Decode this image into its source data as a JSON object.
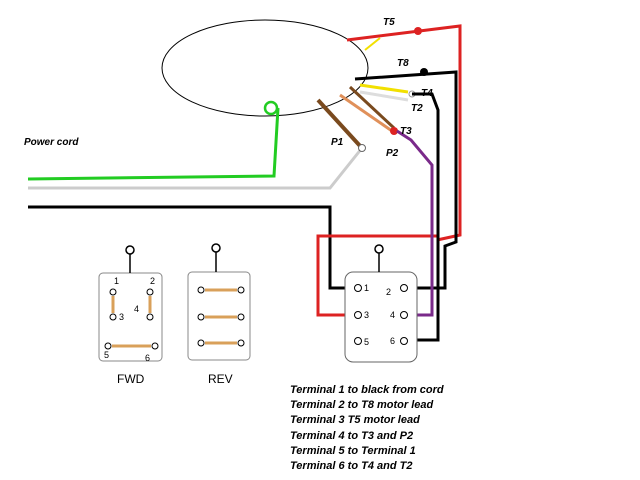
{
  "labels": {
    "power_cord": "Power cord",
    "t5": "T5",
    "t8": "T8",
    "t4": "T4",
    "t2": "T2",
    "t3": "T3",
    "p1": "P1",
    "p2": "P2",
    "fwd": "FWD",
    "rev": "REV"
  },
  "switch_terminals": {
    "t1": "1",
    "t2": "2",
    "t3": "3",
    "t4": "4",
    "t5": "5",
    "t6": "6"
  },
  "notes": [
    "Terminal 1 to black from cord",
    "Terminal 2 to T8 motor lead",
    "Terminal 3 T5 motor lead",
    "Terminal 4 to T3 and P2",
    "Terminal 5 to Terminal 1",
    "Terminal 6 to T4 and T2"
  ],
  "colors": {
    "ground": "#22cc22",
    "neutral": "#cccccc",
    "hot": "#000000",
    "t5": "#dd2222",
    "t8": "#000000",
    "t4": "#f2e000",
    "t2": "#dddddd",
    "p1": "#7a4a1e",
    "p2": "#e0905a",
    "t3": "#7a2a8a",
    "jumper": "#d9a05a"
  }
}
